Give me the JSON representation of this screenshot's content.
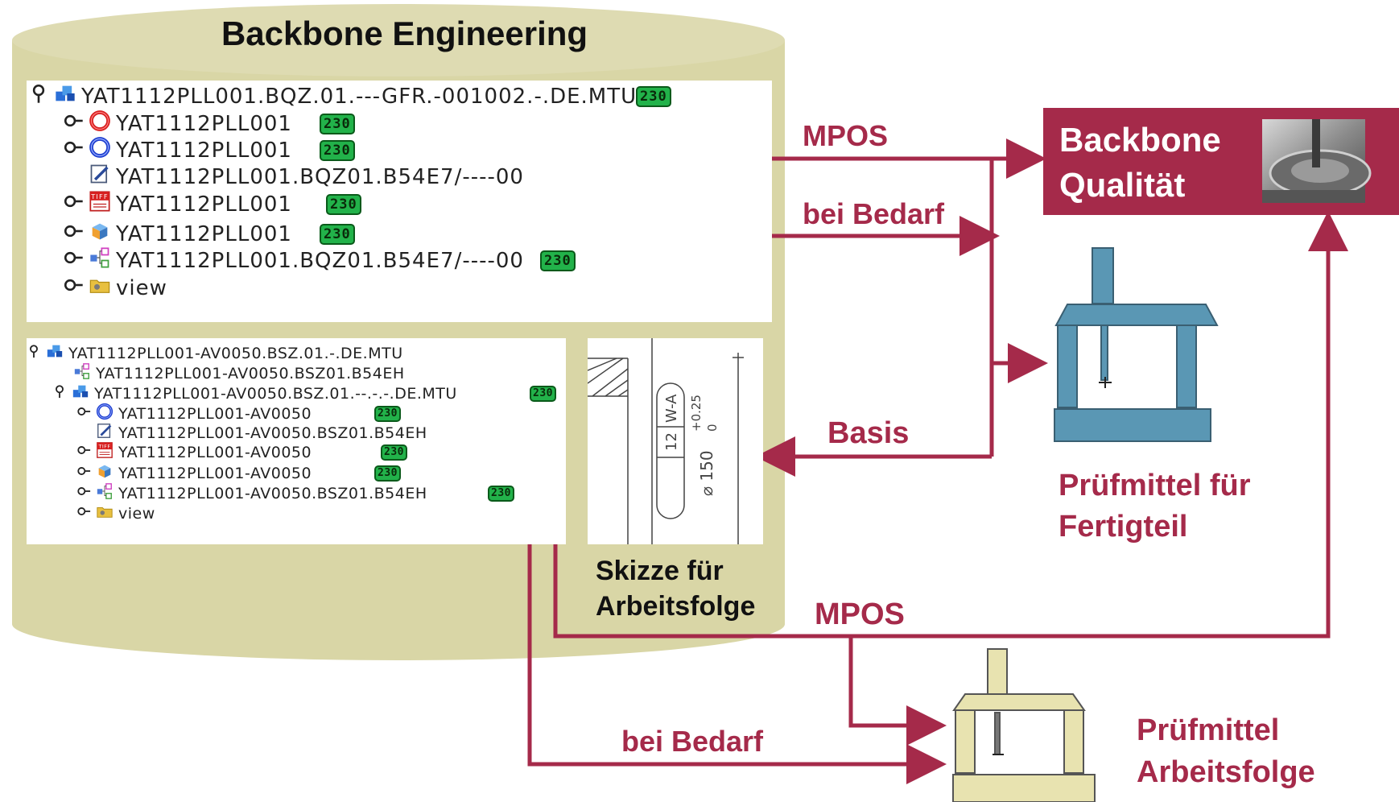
{
  "colors": {
    "accent": "#a52a4a",
    "cylinder": "#d9d6a6",
    "cylinder_top": "#dedbb2",
    "badge_green": "#22b24a",
    "device_blue": "#5a97b4",
    "device_yellow": "#e8e3b0"
  },
  "database": {
    "title": "Backbone Engineering"
  },
  "tree_top": {
    "root": {
      "label": "YAT1112PLL001.BQZ.01.---GFR.-001002.-.DE.MTU",
      "badge": "230",
      "icon": "assembly-icon"
    },
    "items": [
      {
        "label": "YAT1112PLL001",
        "badge": "230",
        "icon": "red-ring-icon"
      },
      {
        "label": "YAT1112PLL001",
        "badge": "230",
        "icon": "blue-ring-icon"
      },
      {
        "label": "YAT1112PLL001.BQZ01.B54E7/----00",
        "badge": "",
        "icon": "edit-doc-icon"
      },
      {
        "label": "YAT1112PLL001",
        "badge": "230",
        "icon": "tiff-icon"
      },
      {
        "label": "YAT1112PLL001",
        "badge": "230",
        "icon": "part-icon"
      },
      {
        "label": "YAT1112PLL001.BQZ01.B54E7/----00",
        "badge": "230",
        "icon": "structure-icon"
      },
      {
        "label": "view",
        "badge": "",
        "icon": "folder-icon"
      }
    ]
  },
  "tree_bottom": {
    "root": {
      "label": "YAT1112PLL001-AV0050.BSZ.01.-.DE.MTU",
      "icon": "assembly-icon"
    },
    "items": [
      {
        "label": "YAT1112PLL001-AV0050.BSZ01.B54EH",
        "badge": "",
        "icon": "structure-icon"
      },
      {
        "label": "YAT1112PLL001-AV0050.BSZ.01.--.-.-.DE.MTU",
        "badge": "230",
        "icon": "assembly-icon"
      },
      {
        "label": "YAT1112PLL001-AV0050",
        "badge": "230",
        "icon": "blue-ring-icon"
      },
      {
        "label": "YAT1112PLL001-AV0050.BSZ01.B54EH",
        "badge": "",
        "icon": "edit-doc-icon"
      },
      {
        "label": "YAT1112PLL001-AV0050",
        "badge": "230",
        "icon": "tiff-icon"
      },
      {
        "label": "YAT1112PLL001-AV0050",
        "badge": "230",
        "icon": "part-icon"
      },
      {
        "label": "YAT1112PLL001-AV0050.BSZ01.B54EH",
        "badge": "230",
        "icon": "structure-icon"
      },
      {
        "label": "view",
        "badge": "",
        "icon": "folder-icon"
      }
    ]
  },
  "sketch": {
    "texts": {
      "frame": "W-A",
      "left": "12",
      "dim": "⌀ 150",
      "tol_top": "+0.25",
      "tol_bottom": "0"
    },
    "caption_line1": "Skizze für",
    "caption_line2": "Arbeitsfolge"
  },
  "arrows": {
    "mpos_top": "MPOS",
    "bei_bedarf_top": "bei Bedarf",
    "basis": "Basis",
    "mpos_bottom": "MPOS",
    "bei_bedarf_bottom": "bei Bedarf"
  },
  "quality": {
    "line1": "Backbone",
    "line2": "Qualität",
    "image": "gear-photo"
  },
  "device_final": {
    "line1": "Prüfmittel für",
    "line2": "Fertigteil"
  },
  "device_step": {
    "line1": "Prüfmittel",
    "line2": "Arbeitsfolge"
  }
}
